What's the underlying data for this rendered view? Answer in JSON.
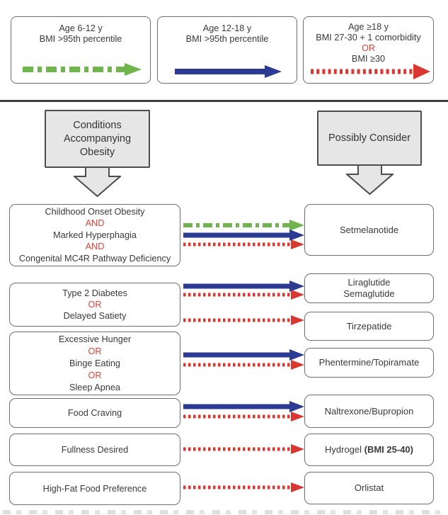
{
  "colors": {
    "green": "#6fb44c",
    "blue": "#2b3a92",
    "red": "#d8382f",
    "red_text": "#d9443a",
    "box_border": "#6e6e6e",
    "header_fill": "#e6e6e6",
    "header_border": "#4d4d4d",
    "text": "#3a3a3a",
    "divider": "#3d3d3d"
  },
  "top_row": [
    {
      "lines": [
        "Age 6-12 y",
        "BMI >95th percentile"
      ],
      "arrow": "green-dashdot"
    },
    {
      "lines": [
        "Age 12-18 y",
        "BMI >95th percentile"
      ],
      "arrow": "blue-solid"
    },
    {
      "lines": [
        "Age ≥18 y",
        "BMI 27-30 + 1 comorbidity",
        "OR",
        "BMI ≥30"
      ],
      "arrow": "red-dotted"
    }
  ],
  "headers": {
    "left": {
      "lines": [
        "Conditions",
        "Accompanying",
        "Obesity"
      ]
    },
    "right": {
      "label": "Possibly Consider"
    }
  },
  "conditions": [
    {
      "lines": [
        "Childhood Onset Obesity",
        "AND",
        "Marked Hyperphagia",
        "AND",
        "Congenital MC4R Pathway Deficiency"
      ]
    },
    {
      "lines": [
        "Type 2 Diabetes",
        "OR",
        "Delayed Satiety"
      ]
    },
    {
      "lines": [
        "Excessive Hunger",
        "OR",
        "Binge Eating",
        "OR",
        "Sleep Apnea"
      ]
    },
    {
      "lines": [
        "Food Craving"
      ]
    },
    {
      "lines": [
        "Fullness Desired"
      ]
    },
    {
      "lines": [
        "High-Fat Food Preference"
      ]
    }
  ],
  "medications": [
    {
      "lines": [
        "Setmelanotide"
      ]
    },
    {
      "lines": [
        "Liraglutide",
        "Semaglutide"
      ]
    },
    {
      "lines": [
        "Tirzepatide"
      ]
    },
    {
      "lines": [
        "Phentermine/Topiramate"
      ]
    },
    {
      "lines": [
        "Naltrexone/Bupropion"
      ]
    },
    {
      "prefix": "Hydrogel ",
      "bold": "(BMI 25-40)"
    },
    {
      "lines": [
        "Orlistat"
      ]
    }
  ],
  "connections": [
    {
      "from": "Childhood Onset Obesity AND Marked Hyperphagia AND Congenital MC4R Pathway Deficiency",
      "to": "Setmelanotide",
      "arrows": [
        "green-dashdot",
        "blue-solid",
        "red-dotted"
      ]
    },
    {
      "from": "Type 2 Diabetes OR Delayed Satiety",
      "to": "Liraglutide Semaglutide",
      "arrows": [
        "blue-solid",
        "red-dotted"
      ]
    },
    {
      "from": "Type 2 Diabetes OR Delayed Satiety",
      "to": "Tirzepatide",
      "arrows": [
        "red-dotted"
      ]
    },
    {
      "from": "Excessive Hunger OR Binge Eating OR Sleep Apnea",
      "to": "Phentermine/Topiramate",
      "arrows": [
        "blue-solid",
        "red-dotted"
      ]
    },
    {
      "from": "Food Craving",
      "to": "Naltrexone/Bupropion",
      "arrows": [
        "blue-solid",
        "red-dotted"
      ]
    },
    {
      "from": "Fullness Desired",
      "to": "Hydrogel (BMI 25-40)",
      "arrows": [
        "red-dotted"
      ]
    },
    {
      "from": "High-Fat Food Preference",
      "to": "Orlistat",
      "arrows": [
        "red-dotted"
      ]
    }
  ]
}
